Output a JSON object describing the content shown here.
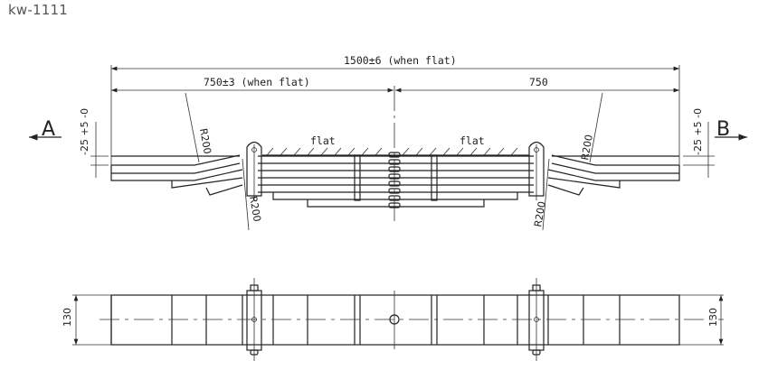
{
  "title": "kw-1111",
  "front_view": {
    "overall_length_label": "1500±6 (when flat)",
    "left_half_label": "750±3 (when flat)",
    "right_half_label": "750",
    "flat_label_left": "flat",
    "flat_label_right": "flat",
    "section_left": "A",
    "section_right": "B",
    "camber_left": "-25 +5 -0",
    "camber_right": "-25 +5 -0",
    "radius_labels": [
      "R200",
      "R200",
      "R200",
      "R200"
    ],
    "leaf_count": 7
  },
  "plan_view": {
    "width_left": "130",
    "width_right": "130"
  }
}
